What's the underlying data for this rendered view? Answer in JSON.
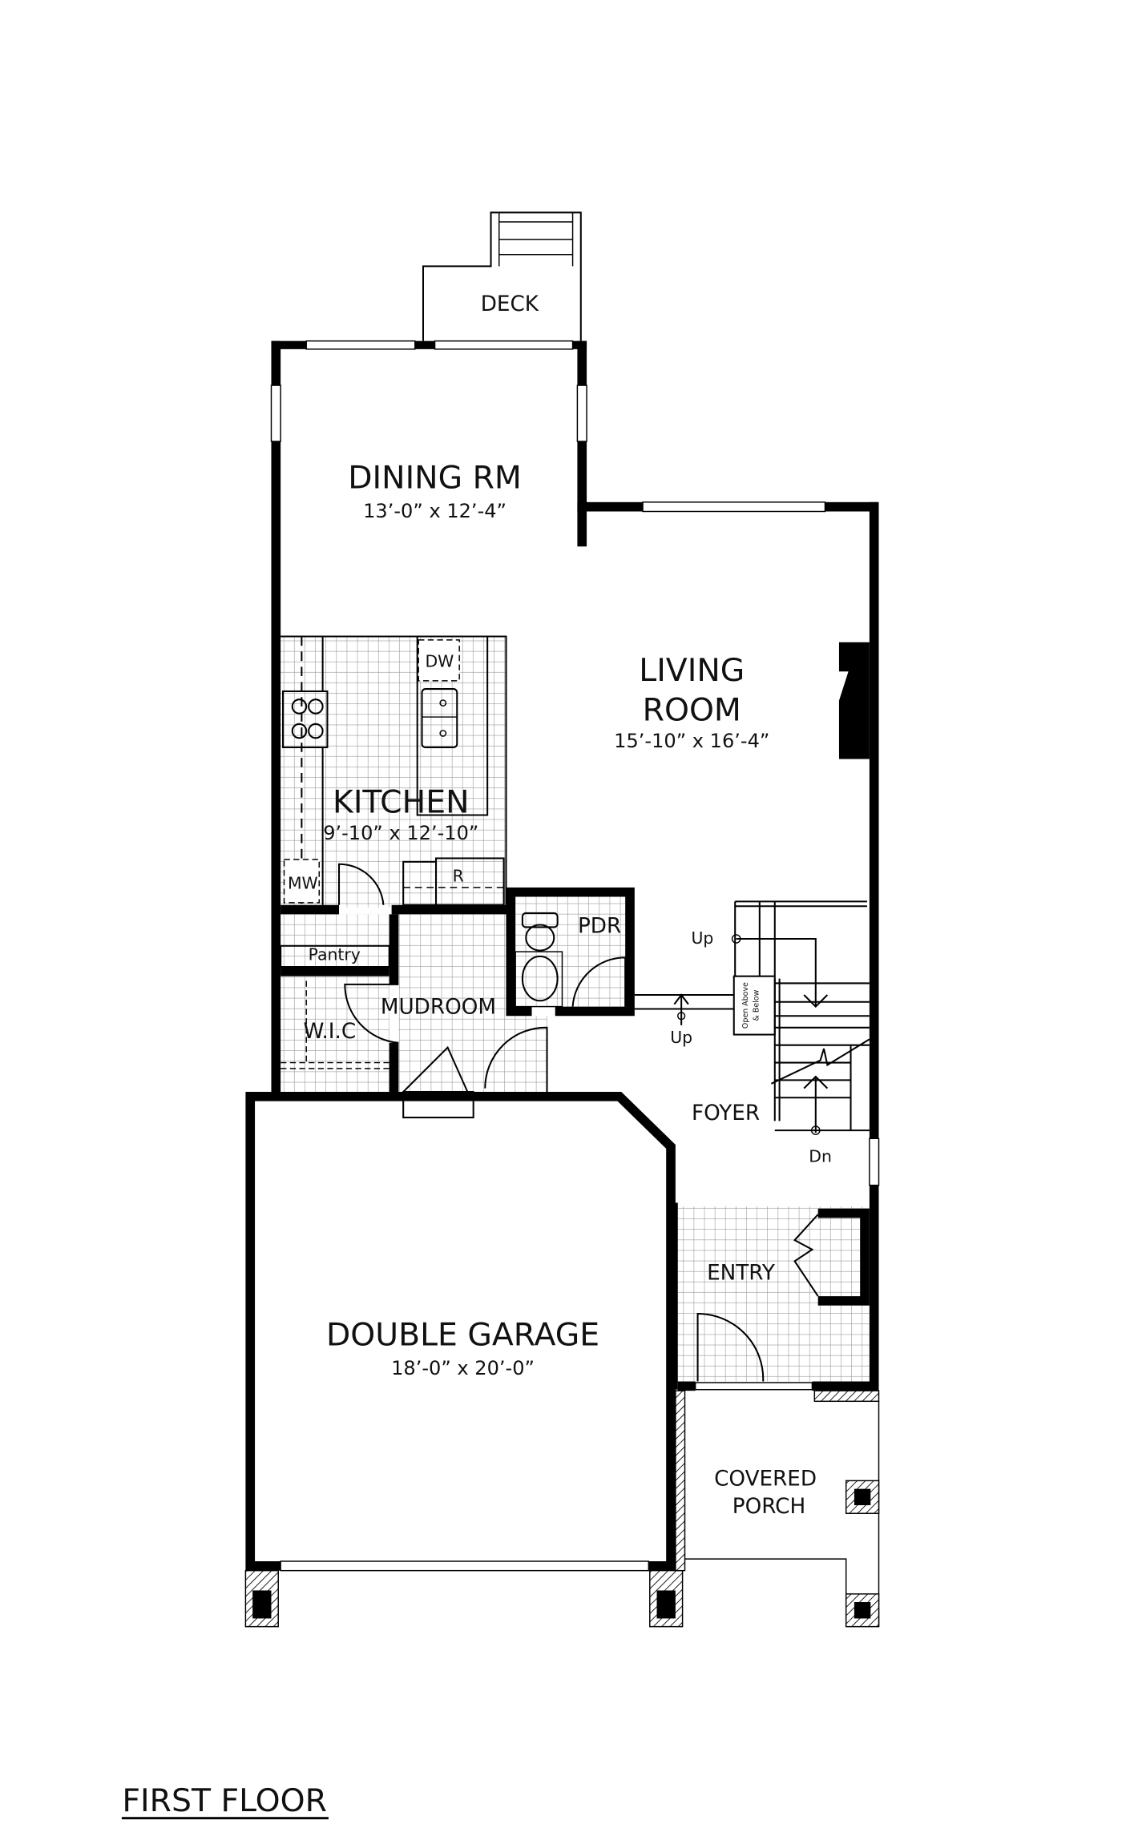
{
  "plan": {
    "title": "FIRST FLOOR",
    "rooms": {
      "deck": {
        "name": "DECK"
      },
      "dining": {
        "name": "DINING RM",
        "size": "13’-0” x 12’-4”"
      },
      "living": {
        "name_line1": "LIVING",
        "name_line2": "ROOM",
        "size": "15’-10” x 16’-4”"
      },
      "kitchen": {
        "name": "KITCHEN",
        "size": "9’-10” x 12’-10”"
      },
      "pdr": {
        "name": "PDR"
      },
      "pantry": {
        "name": "Pantry"
      },
      "mudroom": {
        "name": "MUDROOM"
      },
      "wic": {
        "name": "W.I.C"
      },
      "foyer": {
        "name": "FOYER"
      },
      "entry": {
        "name": "ENTRY"
      },
      "garage": {
        "name": "DOUBLE GARAGE",
        "size": "18’-0” x 20’-0”"
      },
      "porch": {
        "name_line1": "COVERED",
        "name_line2": "PORCH"
      }
    },
    "fixtures": {
      "dishwasher": "DW",
      "microwave": "MW",
      "refrigerator": "R"
    },
    "stairs": {
      "up_upper": "Up",
      "up_lower": "Up",
      "down": "Dn",
      "open_note_line1": "Open Above",
      "open_note_line2": "& Below"
    }
  }
}
